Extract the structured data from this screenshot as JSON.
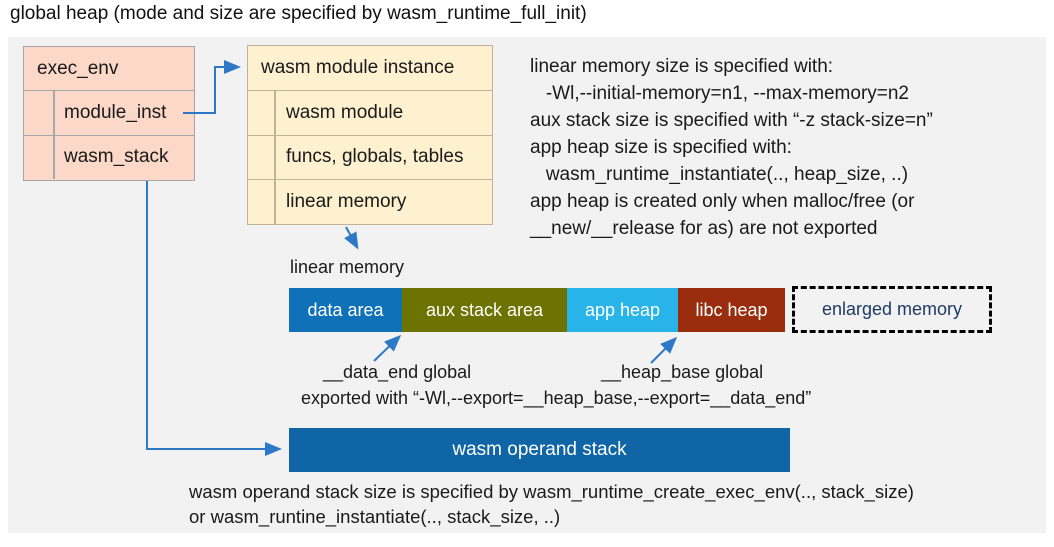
{
  "title": "global heap (mode and size are specified by wasm_runtime_full_init)",
  "colors": {
    "panel_bg": "#f2f2f2",
    "exec_env_fill": "#fbd8c7",
    "instance_fill": "#fdf1d0",
    "arrow_blue": "#2e78c8",
    "operand_stack_fill": "#0f65a5",
    "enlarged_text": "#1f3a63"
  },
  "exec_env": {
    "header": "exec_env",
    "rows": [
      "module_inst",
      "wasm_stack"
    ]
  },
  "module_instance": {
    "header": "wasm module instance",
    "rows": [
      "wasm module",
      "funcs, globals, tables",
      "linear memory"
    ]
  },
  "notes_top": {
    "line1": "linear memory size is specified with:",
    "line2": "   -Wl,--initial-memory=n1, --max-memory=n2",
    "line3": "aux stack size is specified with “-z stack-size=n”",
    "line4": "app heap size is specified with:",
    "line5": "   wasm_runtime_instantiate(.., heap_size, ..)",
    "line6": "app heap is created only when malloc/free (or",
    "line7": "__new/__release for as) are not exported"
  },
  "linear_memory": {
    "label": "linear memory",
    "segments": [
      {
        "name": "data area",
        "color": "#0f72b8"
      },
      {
        "name": "aux stack area",
        "color": "#6d7300"
      },
      {
        "name": "app heap",
        "color": "#28b4e9"
      },
      {
        "name": "libc heap",
        "color": "#992d0e"
      }
    ],
    "enlarged": "enlarged memory"
  },
  "globals_notes": {
    "data_end": "__data_end global",
    "heap_base": "__heap_base global",
    "exported": "exported with “-Wl,--export=__heap_base,--export=__data_end”"
  },
  "operand_stack": {
    "label": "wasm operand stack",
    "note_line1": "wasm operand stack size is specified by wasm_runtime_create_exec_env(.., stack_size)",
    "note_line2": "or wasm_runtine_instantiate(.., stack_size, ..)"
  }
}
